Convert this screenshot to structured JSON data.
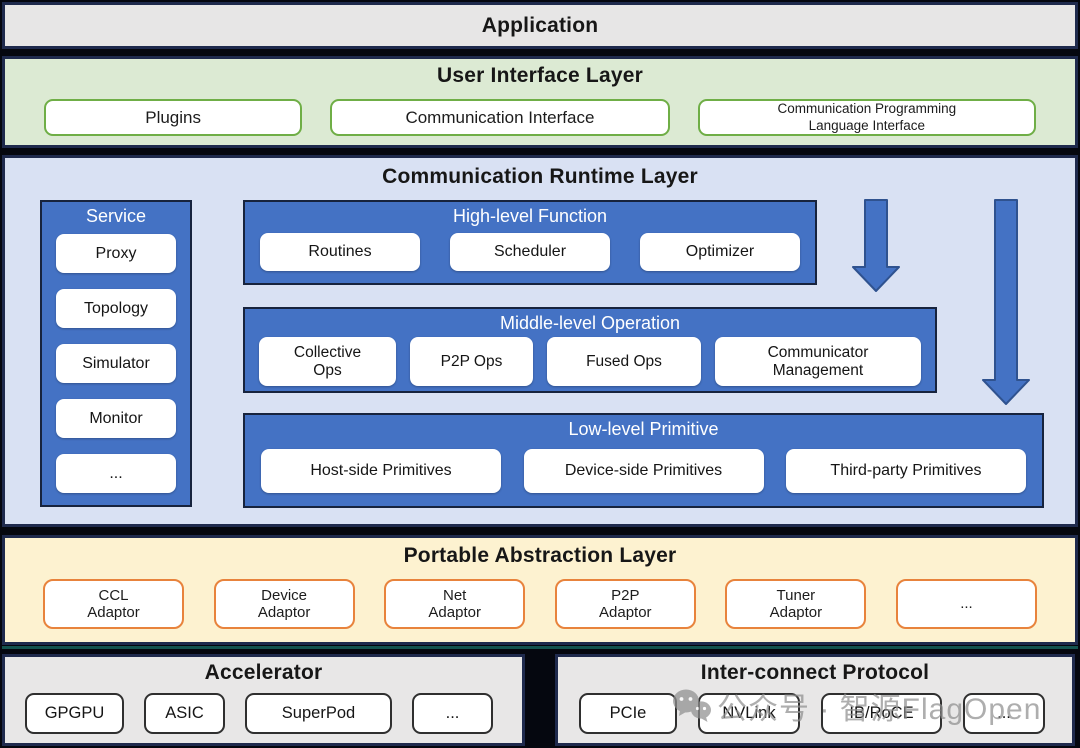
{
  "colors": {
    "border_navy": "#1f2a4d",
    "accent_blue": "#4472c4",
    "arrow_outline": "#2f528f",
    "runtime_bg": "#d9e1f3",
    "ui_green_bg": "#dcead3",
    "ui_green_border": "#6fae46",
    "pal_cream_bg": "#fdf2d0",
    "pal_orange_border": "#e8833c",
    "gray_bg": "#e7e6e6",
    "teal_line": "#14534f"
  },
  "app_bar": {
    "title": "Application"
  },
  "ui_layer": {
    "title": "User Interface Layer",
    "boxes": [
      "Plugins",
      "Communication Interface",
      "Communication Programming\nLanguage Interface"
    ]
  },
  "runtime_layer": {
    "title": "Communication Runtime Layer",
    "service": {
      "title": "Service",
      "items": [
        "Proxy",
        "Topology",
        "Simulator",
        "Monitor",
        "..."
      ]
    },
    "high_level": {
      "title": "High-level Function",
      "items": [
        "Routines",
        "Scheduler",
        "Optimizer"
      ]
    },
    "middle_level": {
      "title": "Middle-level Operation",
      "items": [
        "Collective\nOps",
        "P2P Ops",
        "Fused Ops",
        "Communicator\nManagement"
      ]
    },
    "low_level": {
      "title": "Low-level Primitive",
      "items": [
        "Host-side Primitives",
        "Device-side Primitives",
        "Third-party Primitives"
      ]
    },
    "arrows": [
      "down-arrow",
      "down-arrow"
    ]
  },
  "pal_layer": {
    "title": "Portable Abstraction Layer",
    "boxes": [
      "CCL\nAdaptor",
      "Device\nAdaptor",
      "Net\nAdaptor",
      "P2P\nAdaptor",
      "Tuner\nAdaptor",
      "..."
    ]
  },
  "accelerator": {
    "title": "Accelerator",
    "boxes": [
      "GPGPU",
      "ASIC",
      "SuperPod",
      "..."
    ]
  },
  "interconnect": {
    "title": "Inter-connect Protocol",
    "boxes": [
      "PCIe",
      "NVLink",
      "IB/RoCE",
      "..."
    ]
  },
  "watermark": {
    "text": "公众号 · 智源FlagOpen",
    "icon": "wechat-icon"
  }
}
